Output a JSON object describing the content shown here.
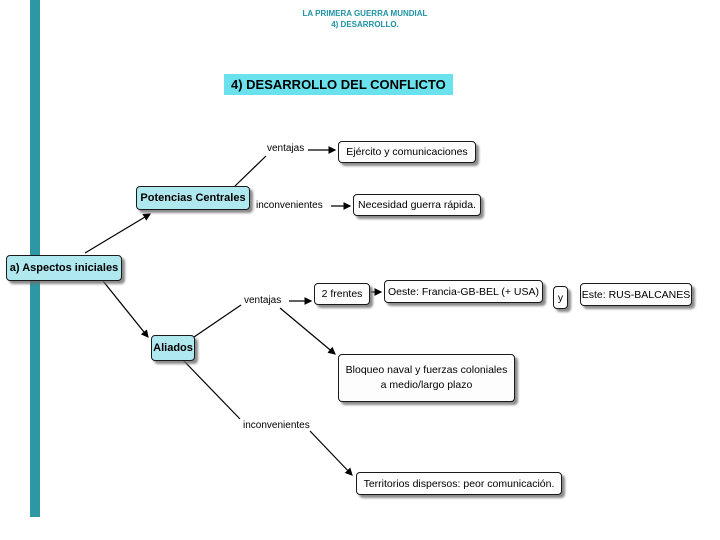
{
  "page": {
    "header_line1": "LA PRIMERA GUERRA MUNDIAL",
    "header_line2": "4) DESARROLLO.",
    "title": "4) DESARROLLO DEL CONFLICTO"
  },
  "colors": {
    "accent_teal": "#1d93a5",
    "side_bar_teal": "#2e97a5",
    "node_cyan": "#b0e8ef",
    "title_cyan": "#6ae2ee",
    "connector_black": "#000000"
  },
  "diagram": {
    "aspectos": "a) Aspectos iniciales",
    "potencias": "Potencias Centrales",
    "aliados": "Aliados",
    "potencias_ventajas_label": "ventajas",
    "potencias_inconvenientes_label": "inconvenientes",
    "aliados_ventajas_label": "ventajas",
    "aliados_inconvenientes_label": "inconvenientes",
    "ejercito": "Ejército y comunicaciones",
    "necesidad": "Necesidad guerra rápida.",
    "frentes": "2 frentes",
    "oeste": "Oeste: Francia-GB-BEL (+ USA)",
    "conjuncion": "y",
    "este": "Este: RUS-BALCANES",
    "bloqueo_line1": "Bloqueo naval y fuerzas coloniales",
    "bloqueo_line2": "a medio/largo plazo",
    "territorios": "Territorios dispersos: peor comunicación."
  }
}
